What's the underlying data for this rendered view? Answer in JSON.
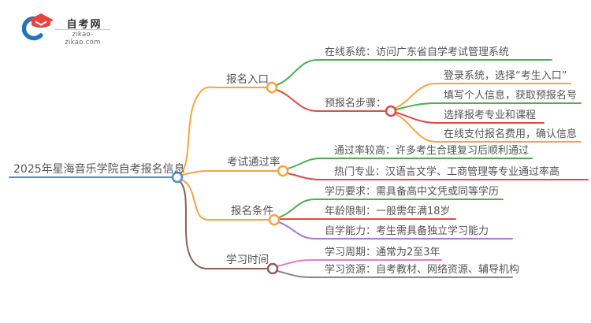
{
  "logo": {
    "title": "自考网",
    "subtitle": "zikao-zikao.com"
  },
  "colors": {
    "blue": "#4a8ed5",
    "orange": "#f7a440",
    "green": "#4cae50",
    "red": "#df4a48",
    "purple": "#a678d8",
    "pink": "#ea77cf",
    "gray": "#858585",
    "brown": "#8b5f58",
    "logo_blue": "#2273b9",
    "logo_red": "#e5443b",
    "text": "#545454"
  },
  "mindmap": {
    "root": {
      "label": "2025年星海音乐学院自考报名信息",
      "color": "blue"
    },
    "branches": [
      {
        "label": "报名入口",
        "color": "orange",
        "children": [
          {
            "label": "在线系统：访问广东省自学考试管理系统",
            "color": "green"
          },
          {
            "label": "预报名步骤：",
            "color": "red",
            "children": [
              {
                "label": "登录系统，选择“考生入口”",
                "color": "orange"
              },
              {
                "label": "填写个人信息，获取预报名号",
                "color": "green"
              },
              {
                "label": "选择报考专业和课程",
                "color": "red"
              },
              {
                "label": "在线支付报名费用，确认信息",
                "color": "orange"
              }
            ]
          }
        ]
      },
      {
        "label": "考试通过率",
        "color": "orange",
        "children": [
          {
            "label": "通过率较高：许多考生合理复习后顺利通过",
            "color": "green"
          },
          {
            "label": "热门专业：汉语言文学、工商管理等专业通过率高",
            "color": "red"
          }
        ]
      },
      {
        "label": "报名条件",
        "color": "orange",
        "children": [
          {
            "label": "学历要求：需具备高中文凭或同等学历",
            "color": "green"
          },
          {
            "label": "年龄限制：一般需年满18岁",
            "color": "red"
          },
          {
            "label": "自学能力：考生需具备独立学习能力",
            "color": "purple"
          }
        ]
      },
      {
        "label": "学习时间",
        "color": "brown",
        "children": [
          {
            "label": "学习周期：通常为2至3年",
            "color": "pink"
          },
          {
            "label": "学习资源：自考教材、网络资源、辅导机构",
            "color": "gray"
          }
        ]
      }
    ]
  }
}
